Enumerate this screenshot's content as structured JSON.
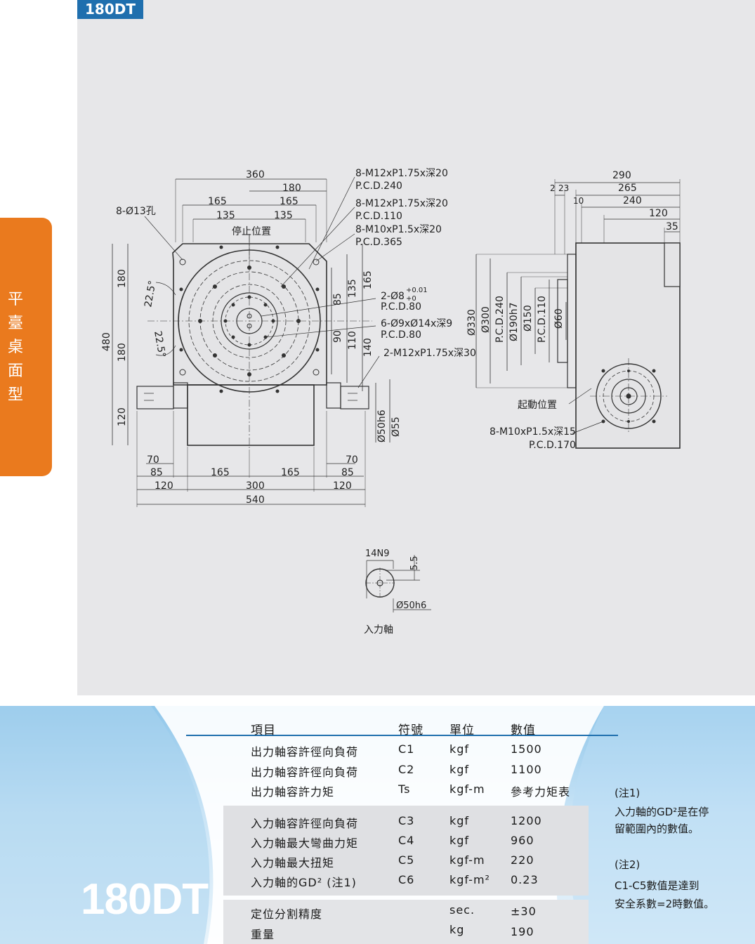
{
  "header": {
    "model_tab": "180DT"
  },
  "sidebar": {
    "chars": [
      "平",
      "臺",
      "桌",
      "面",
      "型"
    ]
  },
  "front_view": {
    "dims_top": [
      "360",
      "180",
      "165",
      "165",
      "135",
      "135"
    ],
    "hole_label": "8-Ø13孔",
    "stop_position": "停止位置",
    "callouts": [
      {
        "text": "8-M12xP1.75x深20",
        "pcd": "P.C.D.240"
      },
      {
        "text": "8-M12xP1.75x深20",
        "pcd": "P.C.D.110"
      },
      {
        "text": "8-M10xP1.5x深20",
        "pcd": "P.C.D.365"
      },
      {
        "text": "2-Ø8",
        "tol_upper": "+0.01",
        "tol_lower": "+0",
        "pcd": "P.C.D.80"
      },
      {
        "text": "6-Ø9xØ14x深9",
        "pcd": "P.C.D.80"
      },
      {
        "text": "2-M12xP1.75x深30",
        "pcd": ""
      }
    ],
    "angle_labels": [
      "22.5°",
      "22.5°"
    ],
    "dims_left": [
      "480",
      "180",
      "180",
      "120"
    ],
    "dims_right": [
      "85",
      "135",
      "165",
      "90",
      "110",
      "140"
    ],
    "shaft_dims": [
      "Ø50h6",
      "Ø55"
    ],
    "dims_bottom": [
      "70",
      "85",
      "120",
      "165",
      "165",
      "300",
      "70",
      "85",
      "120",
      "540"
    ]
  },
  "side_view": {
    "dims_top": [
      "290",
      "2",
      "23",
      "265",
      "10",
      "240",
      "120",
      "35"
    ],
    "dims_diam": [
      "Ø330",
      "Ø300",
      "P.C.D.240",
      "Ø190h7",
      "Ø150",
      "P.C.D.110",
      "Ø60"
    ],
    "start_position": "起動位置",
    "callout": {
      "text": "8-M10xP1.5x深15",
      "pcd": "P.C.D.170"
    }
  },
  "input_shaft": {
    "keyway": "14N9",
    "depth": "5.5",
    "diameter": "Ø50h6",
    "label": "入力軸"
  },
  "specs": {
    "big_model": "180DT",
    "headers": [
      "項目",
      "符號",
      "單位",
      "數值"
    ],
    "rows": [
      [
        "出力軸容許徑向負荷",
        "C1",
        "kgf",
        "1500"
      ],
      [
        "出力軸容許徑向負荷",
        "C2",
        "kgf",
        "1100"
      ],
      [
        "出力軸容許力矩",
        "Ts",
        "kgf-m",
        "參考力矩表"
      ],
      [
        "入力軸容許徑向負荷",
        "C3",
        "kgf",
        "1200"
      ],
      [
        "入力軸最大彎曲力矩",
        "C4",
        "kgf",
        "960"
      ],
      [
        "入力軸最大扭矩",
        "C5",
        "kgf-m",
        "220"
      ],
      [
        "入力軸的GD² (注1)",
        "C6",
        "kgf-m²",
        "0.23"
      ],
      [
        "定位分割精度",
        "",
        "sec.",
        "±30"
      ],
      [
        "重量",
        "",
        "kg",
        "190"
      ]
    ],
    "notes": {
      "note1_title": "(注1)",
      "note1_line1": "入力軸的GD²是在停",
      "note1_line2": "留範圍內的數值。",
      "note2_title": "(注2)",
      "note2_line1": "C1-C5數值是達到",
      "note2_line2": "安全系數=2時數值。"
    }
  }
}
